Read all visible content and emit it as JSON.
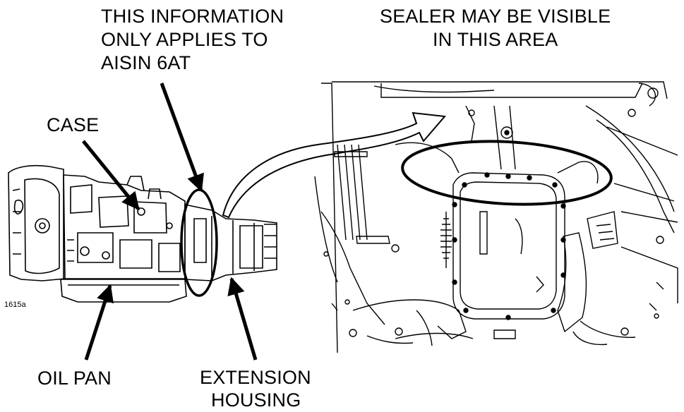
{
  "callouts": {
    "aisin_line1": "THIS INFORMATION",
    "aisin_line2": "ONLY APPLIES TO",
    "aisin_line3": "AISIN 6AT",
    "sealer_line1": "SEALER MAY BE VISIBLE",
    "sealer_line2": "IN THIS AREA",
    "case": "CASE",
    "oil_pan": "OIL PAN",
    "extension_line1": "EXTENSION",
    "extension_line2": "HOUSING"
  },
  "figure_id": "1615a",
  "colors": {
    "ink": "#000000",
    "background": "#ffffff"
  }
}
